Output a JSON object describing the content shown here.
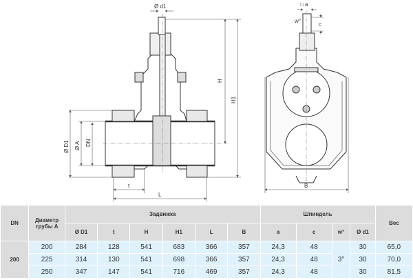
{
  "drawing": {
    "labels": {
      "d1": "Ø d1",
      "H": "H",
      "H1": "H1",
      "D1": "Ø D1",
      "A": "Ø A",
      "DN": "DN",
      "t": "t",
      "L": "L",
      "a": "□ a",
      "w": "w°",
      "c": "c",
      "B": "B"
    }
  },
  "table": {
    "headers": {
      "dn": "DN",
      "pipe_diameter": "Диаметр трубы A",
      "valve": "Задвижка",
      "spindle": "Шпиндель",
      "weight": "Вес",
      "D1": "Ø D1",
      "t": "t",
      "H": "H",
      "H1": "H1",
      "L": "L",
      "B": "B",
      "a": "a",
      "c": "c",
      "w": "w°",
      "d1": "Ø d1"
    },
    "dn_value": "200",
    "w_value": "3°",
    "rows": [
      {
        "A": "200",
        "D1": "284",
        "t": "128",
        "H": "541",
        "H1": "683",
        "L": "366",
        "B": "357",
        "a": "24,3",
        "c": "48",
        "d1": "30",
        "weight": "65,0"
      },
      {
        "A": "225",
        "D1": "314",
        "t": "130",
        "H": "541",
        "H1": "698",
        "L": "366",
        "B": "357",
        "a": "24,3",
        "c": "48",
        "d1": "30",
        "weight": "70,0"
      },
      {
        "A": "250",
        "D1": "347",
        "t": "147",
        "H": "541",
        "H1": "716",
        "L": "469",
        "B": "357",
        "a": "24,3",
        "c": "48",
        "d1": "30",
        "weight": "81,5"
      }
    ]
  }
}
